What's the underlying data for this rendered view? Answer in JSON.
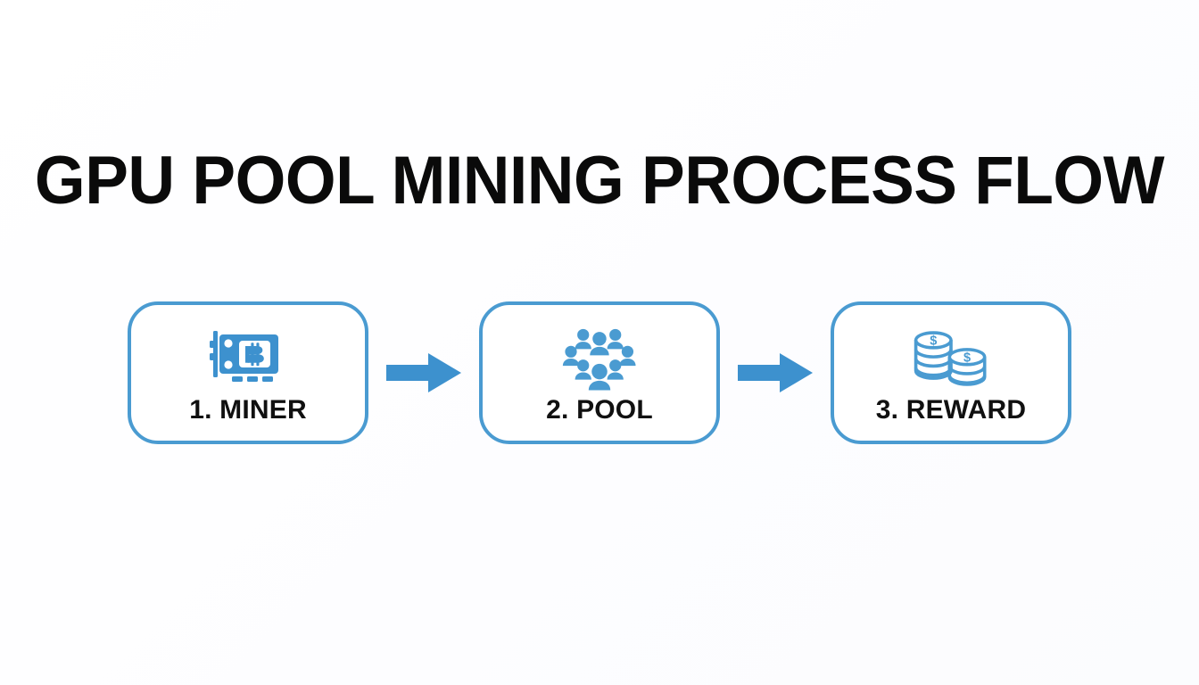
{
  "page": {
    "title": "GPU POOL MINING PROCESS FLOW",
    "background_color": "#fdfdfe",
    "accent_color": "#4a9bd1",
    "arrow_color": "#3d91ce",
    "text_color": "#0a0a0a"
  },
  "flow": {
    "steps": [
      {
        "label": "1. MINER",
        "icon": "gpu-mining-card-icon",
        "icon_description": "graphics card with bitcoin symbol"
      },
      {
        "label": "2. POOL",
        "icon": "people-group-icon",
        "icon_description": "group of eight people arranged in a ring"
      },
      {
        "label": "3. REWARD",
        "icon": "coin-stacks-icon",
        "icon_description": "two stacks of dollar coins"
      }
    ],
    "connectors": [
      {
        "icon": "arrow-right-icon"
      },
      {
        "icon": "arrow-right-icon"
      }
    ]
  }
}
